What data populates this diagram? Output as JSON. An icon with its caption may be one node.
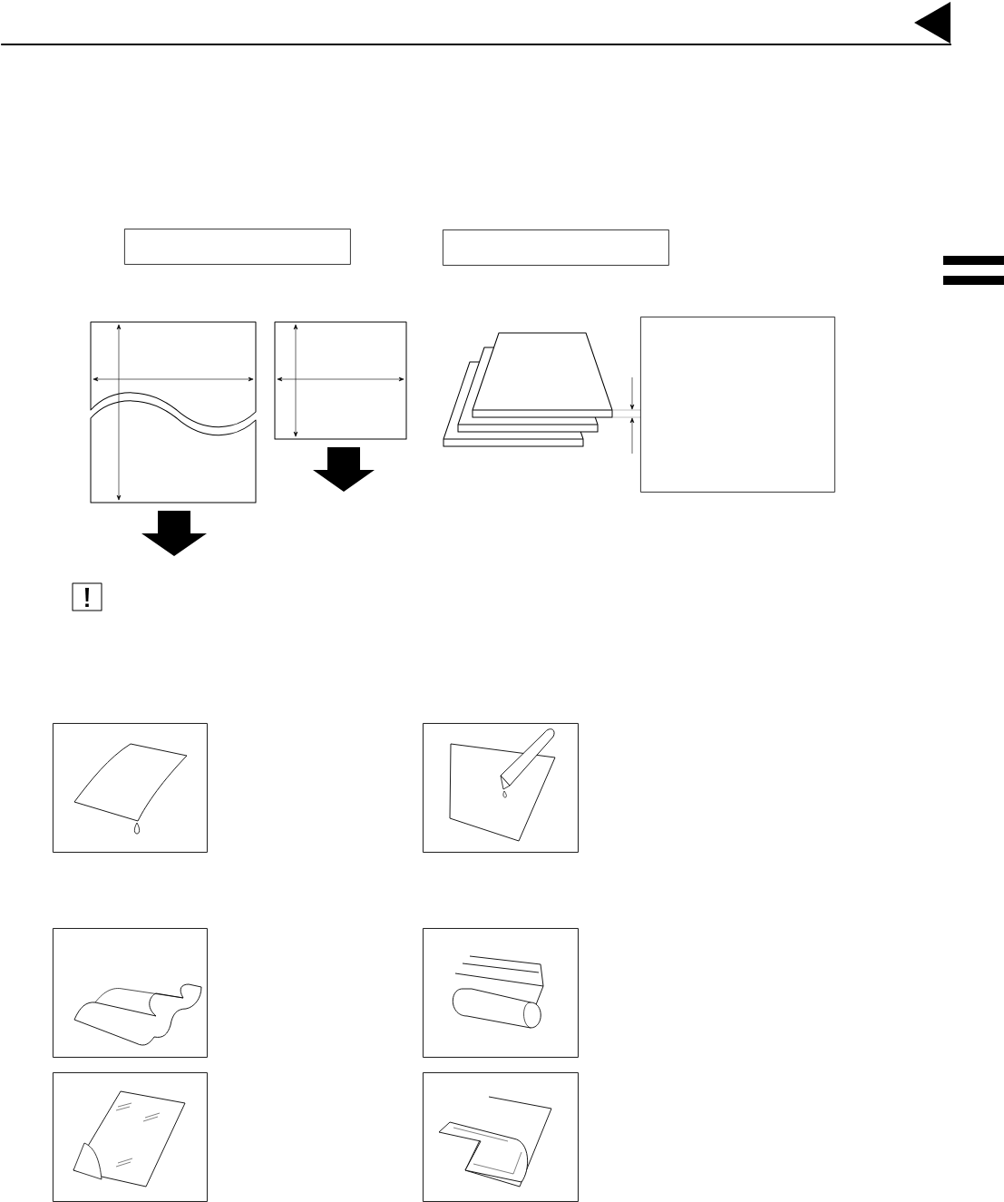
{
  "diagram": {
    "nodes": [
      {
        "text": [],
        "shape": "box"
      },
      {
        "text": [],
        "shape": "box"
      },
      {
        "text": [],
        "shape": "box"
      },
      {
        "text": [],
        "shape": "picture"
      },
      {
        "text": [],
        "shape": "picture"
      },
      {
        "text": [],
        "shape": "picture"
      },
      {
        "text": [],
        "shape": "picture"
      },
      {
        "text": [],
        "shape": "picture"
      },
      {
        "text": [],
        "shape": "picture"
      }
    ]
  }
}
